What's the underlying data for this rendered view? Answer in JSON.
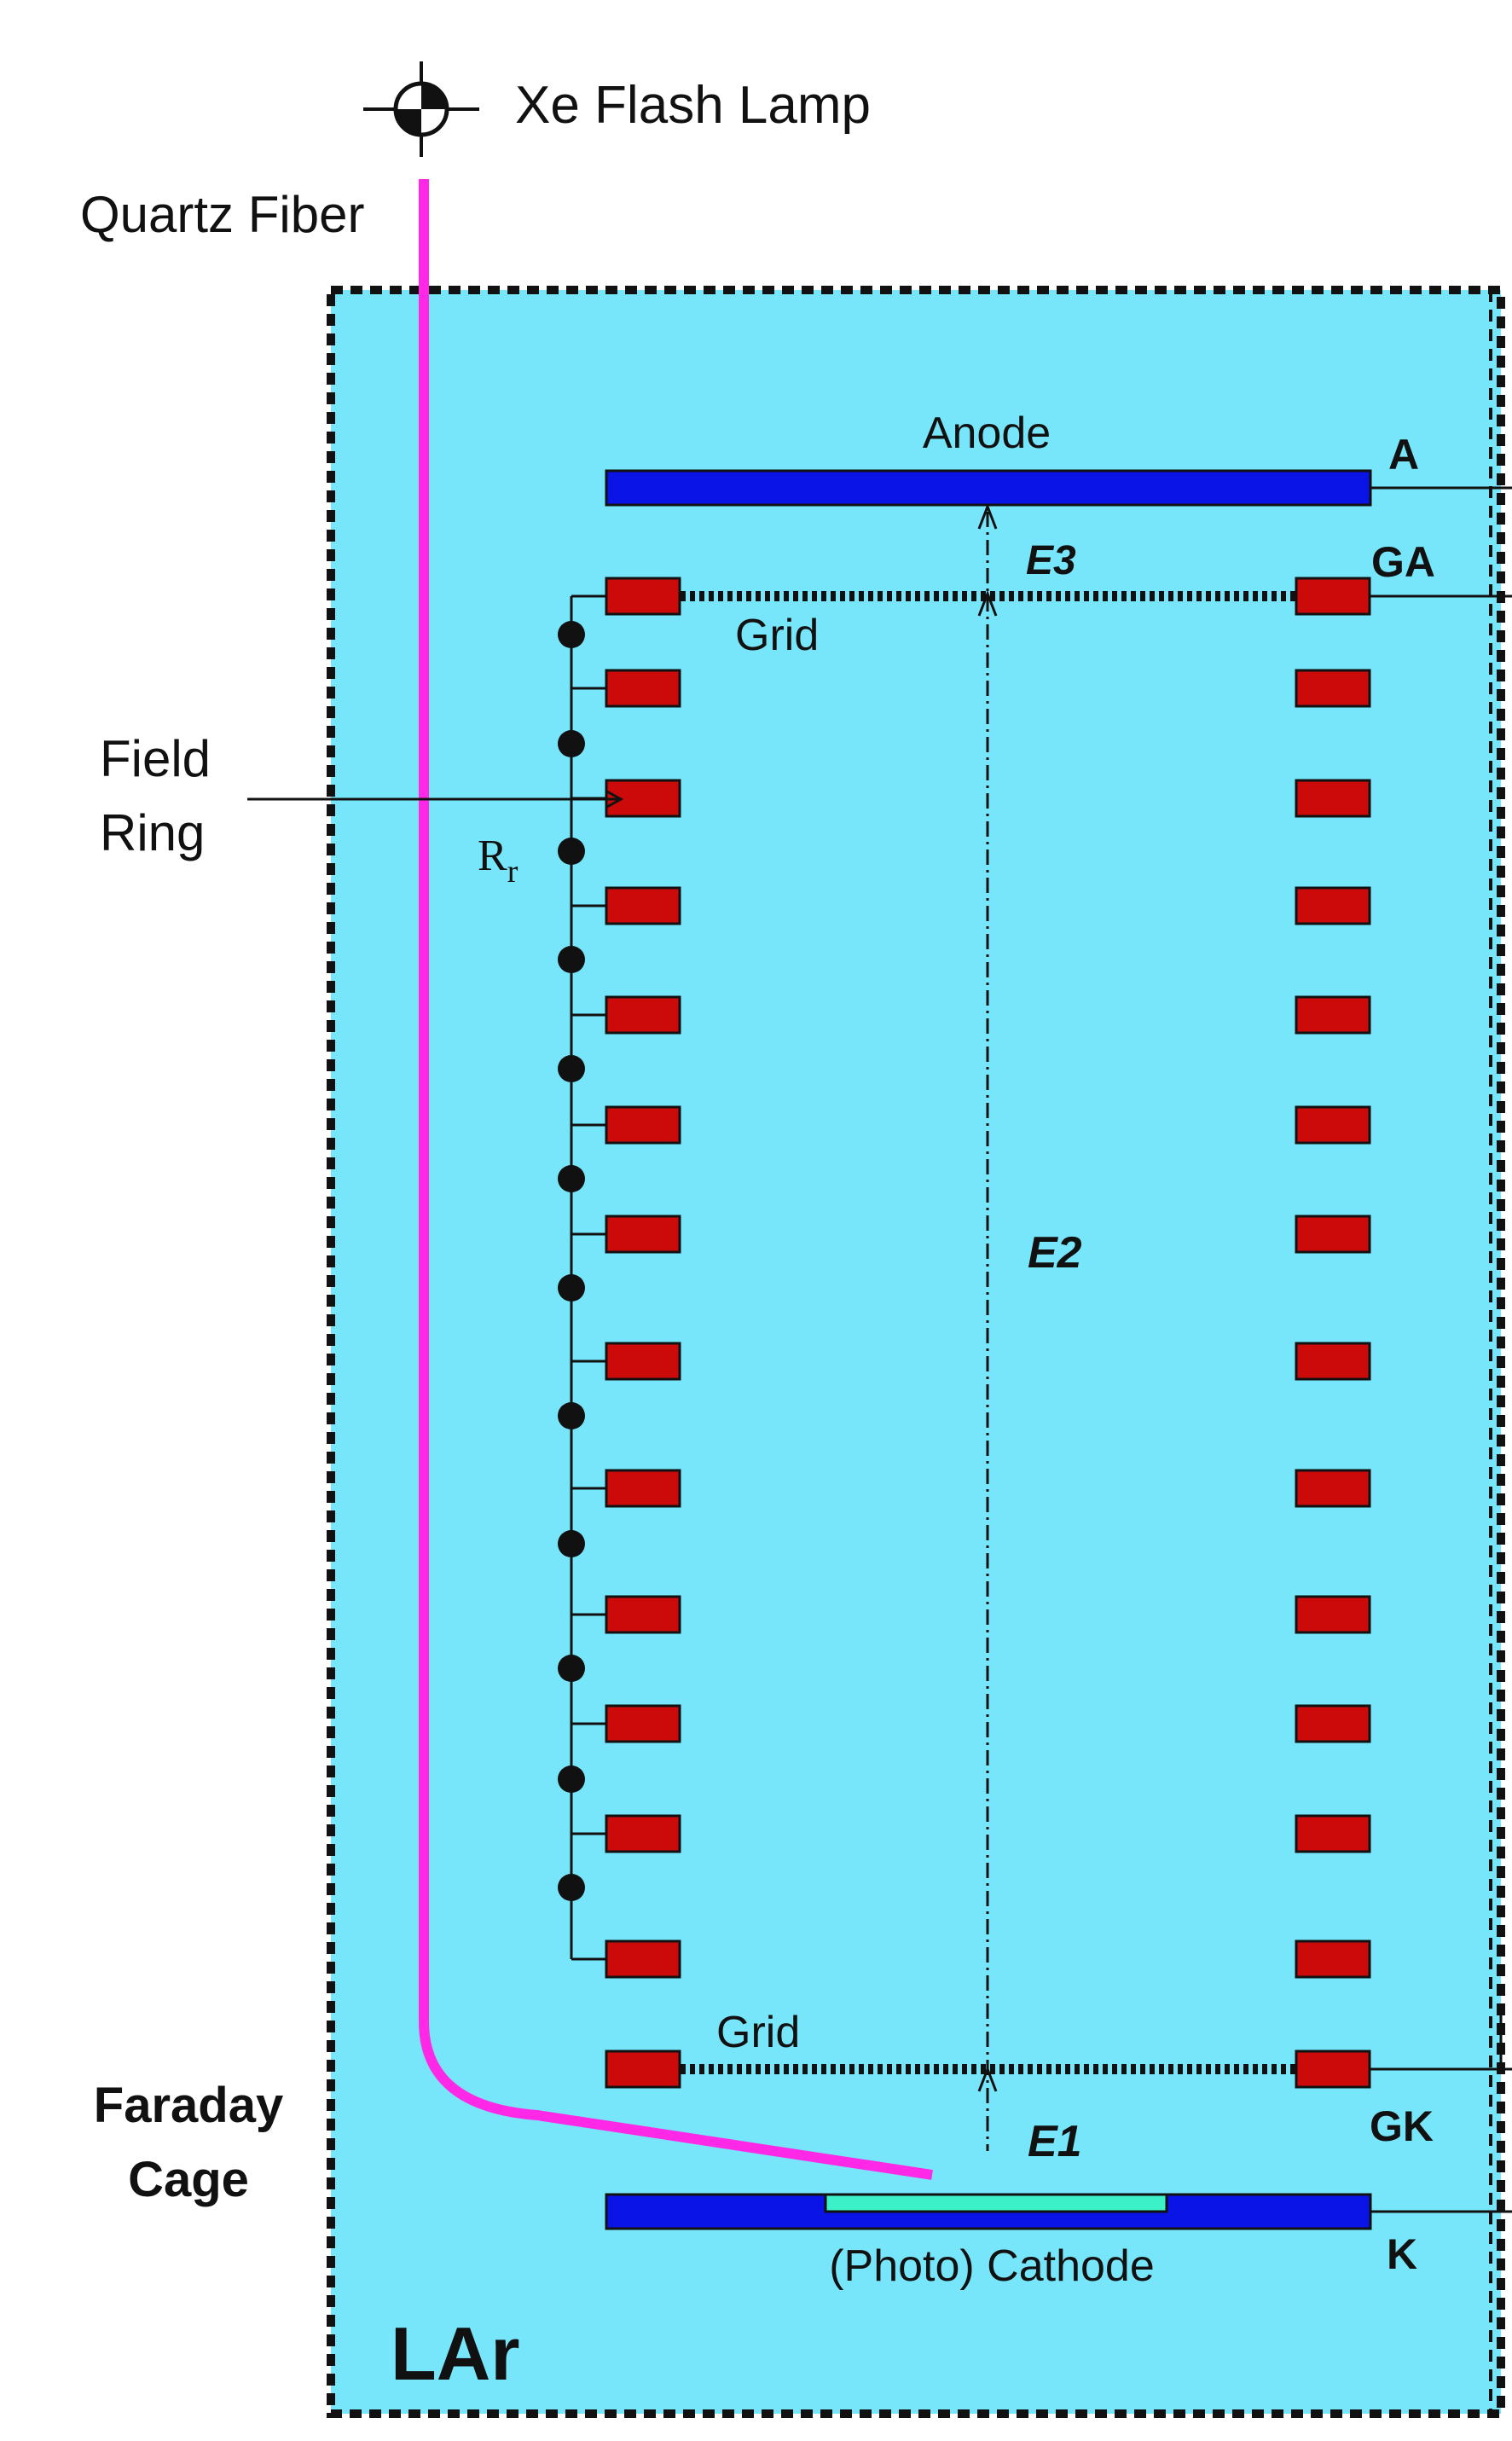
{
  "labels": {
    "lamp": "Xe Flash Lamp",
    "fiber": "Quartz Fiber",
    "anode": "Anode",
    "anode_terminal": "A",
    "grid_top": "Grid",
    "grid_top_terminal": "GA",
    "e3": "E3",
    "e2": "E2",
    "e1": "E1",
    "field_ring_1": "Field",
    "field_ring_2": "Ring",
    "resistor": "R",
    "resistor_sub": "r",
    "grid_bottom": "Grid",
    "grid_bottom_terminal": "GK",
    "cathode": "(Photo) Cathode",
    "cathode_terminal": "K",
    "faraday_1": "Faraday",
    "faraday_2": "Cage",
    "medium": "LAr"
  },
  "colors": {
    "lar": "#78E6FA",
    "electrode": "#0A14E6",
    "ring": "#CC0A0A",
    "fiber": "#FF28E6",
    "photocathode": "#3CF0C8",
    "ink": "#111111"
  },
  "icons": {
    "lamp": "crosshair-target-icon"
  }
}
